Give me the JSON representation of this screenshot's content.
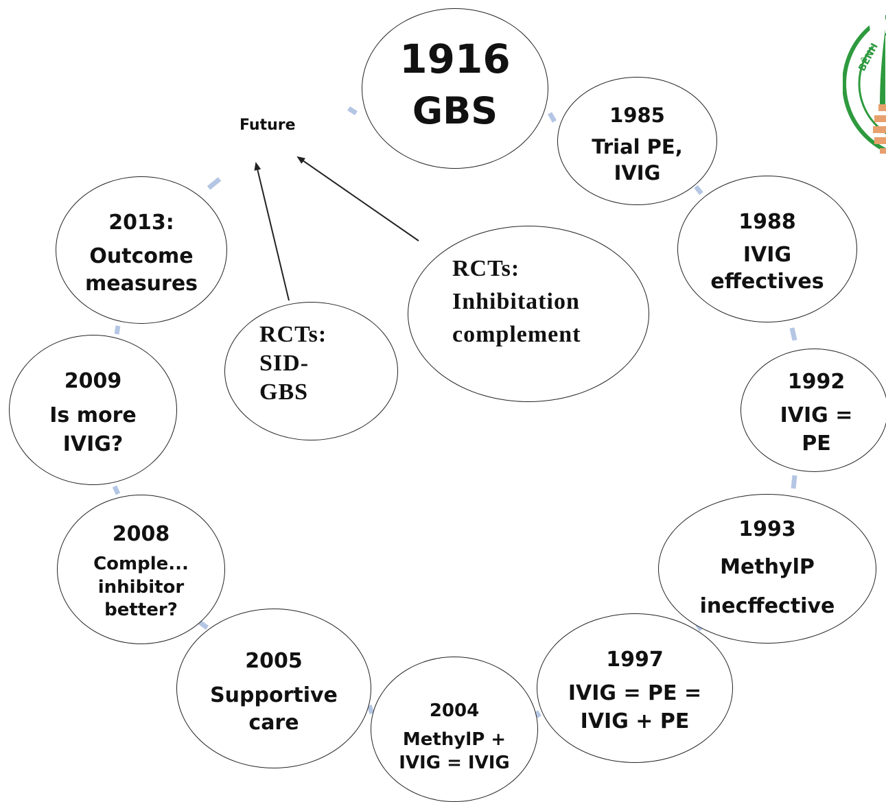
{
  "future_label": "Future",
  "nodes": {
    "n1916": {
      "line1": "1916",
      "line2": "GBS"
    },
    "n1985": {
      "line1": "1985",
      "line2": "Trial PE,",
      "line3": "IVIG"
    },
    "n1988": {
      "line1": "1988",
      "line2": "IVIG",
      "line3": "effectives"
    },
    "n1992": {
      "line1": "1992",
      "line2": "IVIG =",
      "line3": "PE"
    },
    "n1993": {
      "line1": "1993",
      "line2": "MethylP",
      "line3": "inecffective"
    },
    "n1997": {
      "line1": "1997",
      "line2": "IVIG = PE =",
      "line3": "IVIG + PE"
    },
    "n2004": {
      "line1": "2004",
      "line2": "MethylP +",
      "line3": "IVIG = IVIG"
    },
    "n2005": {
      "line1": "2005",
      "line2": "Supportive",
      "line3": "care"
    },
    "n2008": {
      "line1": "2008",
      "line2": "Comple...",
      "line3": "inhibitor",
      "line4": "better?"
    },
    "n2009": {
      "line1": "2009",
      "line2": "Is more",
      "line3": "IVIG?"
    },
    "n2013": {
      "line1": "2013:",
      "line2": "Outcome",
      "line3": "measures"
    },
    "rct_sid": {
      "line1": "RCTs:",
      "line2": "SID-",
      "line3": "GBS"
    },
    "rct_inhib": {
      "line1": "RCTs:",
      "line2": "Inhibitation",
      "line3": "complement"
    }
  },
  "colors": {
    "connector": "#b4c6e4",
    "arrow": "#222222",
    "logo_green": "#2e9a3e",
    "logo_orange": "#e8a06e"
  },
  "logo": {
    "lettering": "BÊNH"
  }
}
